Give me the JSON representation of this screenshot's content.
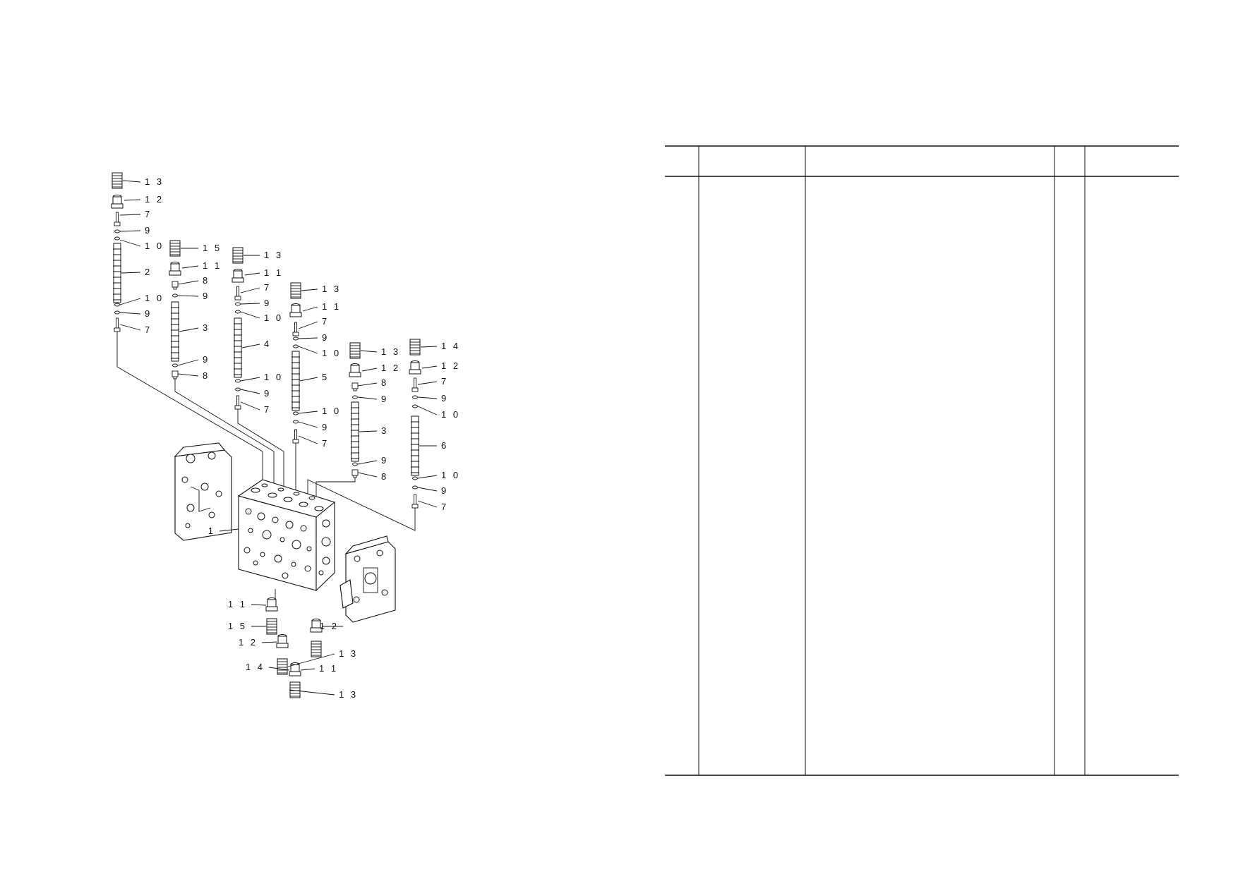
{
  "diagram": {
    "callouts": [
      {
        "label": "1 3",
        "part": "13"
      },
      {
        "label": "1 2",
        "part": "12"
      },
      {
        "label": "7",
        "part": "7"
      },
      {
        "label": "9",
        "part": "9"
      },
      {
        "label": "1 0",
        "part": "10"
      },
      {
        "label": "2",
        "part": "2"
      },
      {
        "label": "1 0",
        "part": "10"
      },
      {
        "label": "9",
        "part": "9"
      },
      {
        "label": "7",
        "part": "7"
      },
      {
        "label": "1 5",
        "part": "15"
      },
      {
        "label": "1 1",
        "part": "11"
      },
      {
        "label": "8",
        "part": "8"
      },
      {
        "label": "9",
        "part": "9"
      },
      {
        "label": "3",
        "part": "3"
      },
      {
        "label": "9",
        "part": "9"
      },
      {
        "label": "8",
        "part": "8"
      },
      {
        "label": "1 3",
        "part": "13"
      },
      {
        "label": "1 1",
        "part": "11"
      },
      {
        "label": "7",
        "part": "7"
      },
      {
        "label": "9",
        "part": "9"
      },
      {
        "label": "1 0",
        "part": "10"
      },
      {
        "label": "4",
        "part": "4"
      },
      {
        "label": "1 0",
        "part": "10"
      },
      {
        "label": "9",
        "part": "9"
      },
      {
        "label": "7",
        "part": "7"
      },
      {
        "label": "1 3",
        "part": "13"
      },
      {
        "label": "1 1",
        "part": "11"
      },
      {
        "label": "7",
        "part": "7"
      },
      {
        "label": "9",
        "part": "9"
      },
      {
        "label": "1 0",
        "part": "10"
      },
      {
        "label": "5",
        "part": "5"
      },
      {
        "label": "1 0",
        "part": "10"
      },
      {
        "label": "9",
        "part": "9"
      },
      {
        "label": "7",
        "part": "7"
      },
      {
        "label": "1 3",
        "part": "13"
      },
      {
        "label": "1 2",
        "part": "12"
      },
      {
        "label": "8",
        "part": "8"
      },
      {
        "label": "9",
        "part": "9"
      },
      {
        "label": "3",
        "part": "3"
      },
      {
        "label": "9",
        "part": "9"
      },
      {
        "label": "8",
        "part": "8"
      },
      {
        "label": "1 4",
        "part": "14"
      },
      {
        "label": "1 2",
        "part": "12"
      },
      {
        "label": "7",
        "part": "7"
      },
      {
        "label": "9",
        "part": "9"
      },
      {
        "label": "1 0",
        "part": "10"
      },
      {
        "label": "6",
        "part": "6"
      },
      {
        "label": "1 0",
        "part": "10"
      },
      {
        "label": "9",
        "part": "9"
      },
      {
        "label": "7",
        "part": "7"
      },
      {
        "label": "1",
        "part": "1"
      },
      {
        "label": "1 1",
        "part": "11"
      },
      {
        "label": "1 5",
        "part": "15"
      },
      {
        "label": "1 2",
        "part": "12"
      },
      {
        "label": "1 4",
        "part": "14"
      },
      {
        "label": "1 2",
        "part": "12"
      },
      {
        "label": "1 3",
        "part": "13"
      },
      {
        "label": "1 1",
        "part": "11"
      },
      {
        "label": "1 3",
        "part": "13"
      }
    ]
  },
  "parts_table": {
    "headers": [
      "",
      "",
      "",
      "",
      ""
    ],
    "rows": []
  }
}
